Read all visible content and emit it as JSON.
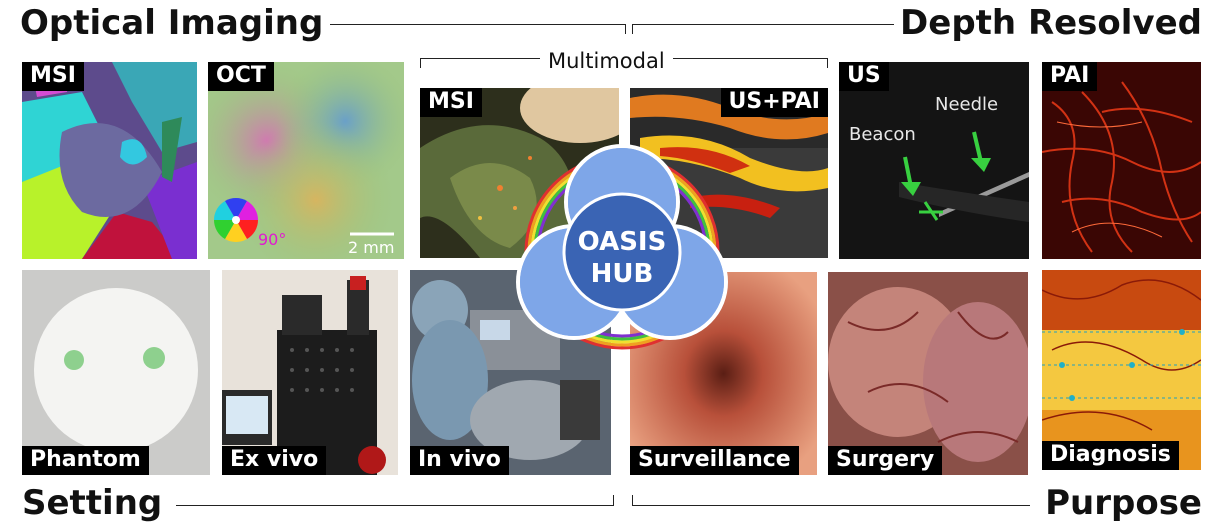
{
  "headings": {
    "optical_imaging": "Optical Imaging",
    "depth_resolved": "Depth Resolved",
    "setting": "Setting",
    "purpose": "Purpose",
    "multimodal": "Multimodal"
  },
  "hub": {
    "line1": "OASIS",
    "line2": "HUB"
  },
  "top_panels": {
    "msi": {
      "label": "MSI"
    },
    "oct": {
      "label": "OCT",
      "angle": "90°",
      "scale": "2 mm"
    },
    "msi2": {
      "label": "MSI"
    },
    "uspai": {
      "label": "US+PAI"
    },
    "us": {
      "label": "US",
      "needle": "Needle",
      "beacon": "Beacon"
    },
    "pai": {
      "label": "PAI"
    }
  },
  "bottom_panels": {
    "phantom": {
      "label": "Phantom"
    },
    "exvivo": {
      "label": "Ex vivo"
    },
    "invivo": {
      "label": "In vivo"
    },
    "surveillance": {
      "label": "Surveillance"
    },
    "surgery": {
      "label": "Surgery"
    },
    "diagnosis": {
      "label": "Diagnosis"
    }
  },
  "colors": {
    "hub_inner": "#3c66b6",
    "hub_outer": "#7aa2e6",
    "text": "#111111",
    "label_bg": "#000000"
  }
}
